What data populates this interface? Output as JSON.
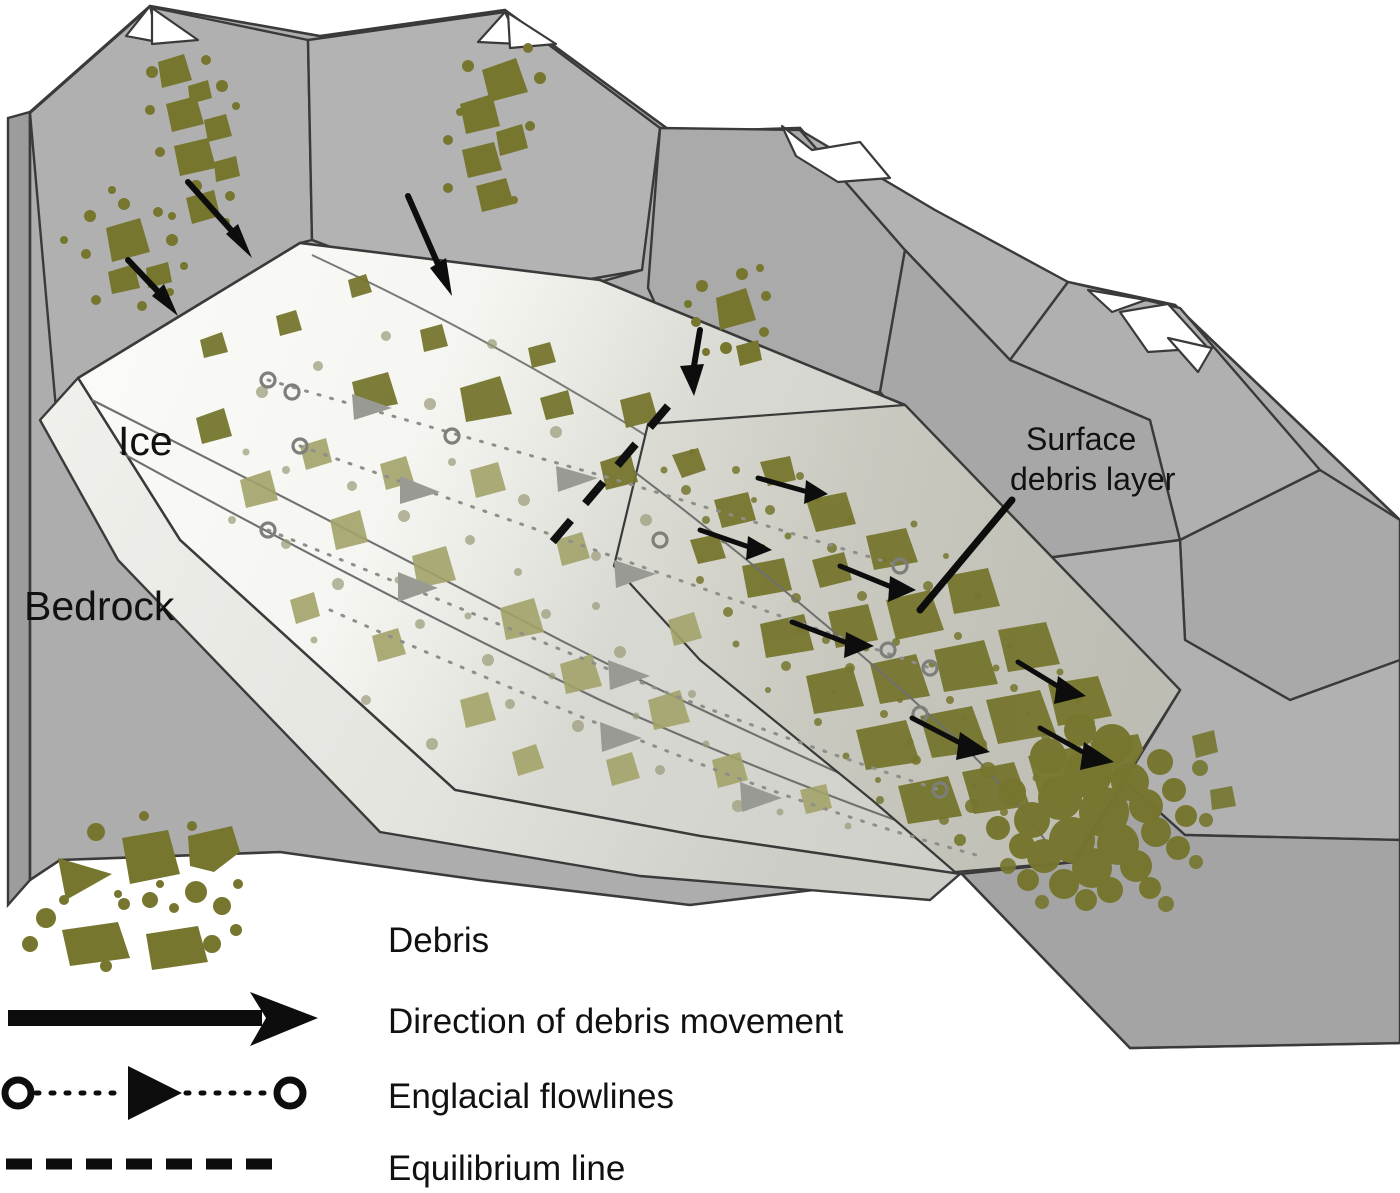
{
  "figure": {
    "type": "diagram",
    "subject": "Debris-covered valley glacier block diagram",
    "background_color": "#ffffff"
  },
  "colors": {
    "debris_olive": "#76762f",
    "debris_olive_light": "#a3a36a",
    "rock_face_light": "#b4b4b4",
    "rock_face_mid": "#a6a6a6",
    "rock_face_dark": "#9a9a9a",
    "rock_side_dark": "#9f9f9f",
    "ice_white": "#f2f2ee",
    "ice_shadow": "#d8d8d4",
    "snow_white": "#ffffff",
    "outline": "#3a3a3a",
    "text": "#111111"
  },
  "scene_labels": {
    "ice": "Ice",
    "bedrock": "Bedrock",
    "surface_debris_layer_line1": "Surface",
    "surface_debris_layer_line2": "debris layer"
  },
  "legend": {
    "items": [
      {
        "id": "debris",
        "symbol": "debris-cluster",
        "label": "Debris"
      },
      {
        "id": "debris-direction",
        "symbol": "solid-arrow",
        "label": "Direction of debris movement"
      },
      {
        "id": "englacial-flowlines",
        "symbol": "dotted-line-with-circles-and-arrowhead",
        "label": "Englacial flowlines"
      },
      {
        "id": "equilibrium-line",
        "symbol": "dashed-line",
        "label": "Equilibrium line"
      }
    ]
  },
  "annotations": {
    "headwall_debris_arrows": 3,
    "surface_debris_arrows": 7,
    "englacial_flowlines": 4,
    "equilibrium_line_present": true,
    "mountain_peaks_with_snow": 5
  }
}
